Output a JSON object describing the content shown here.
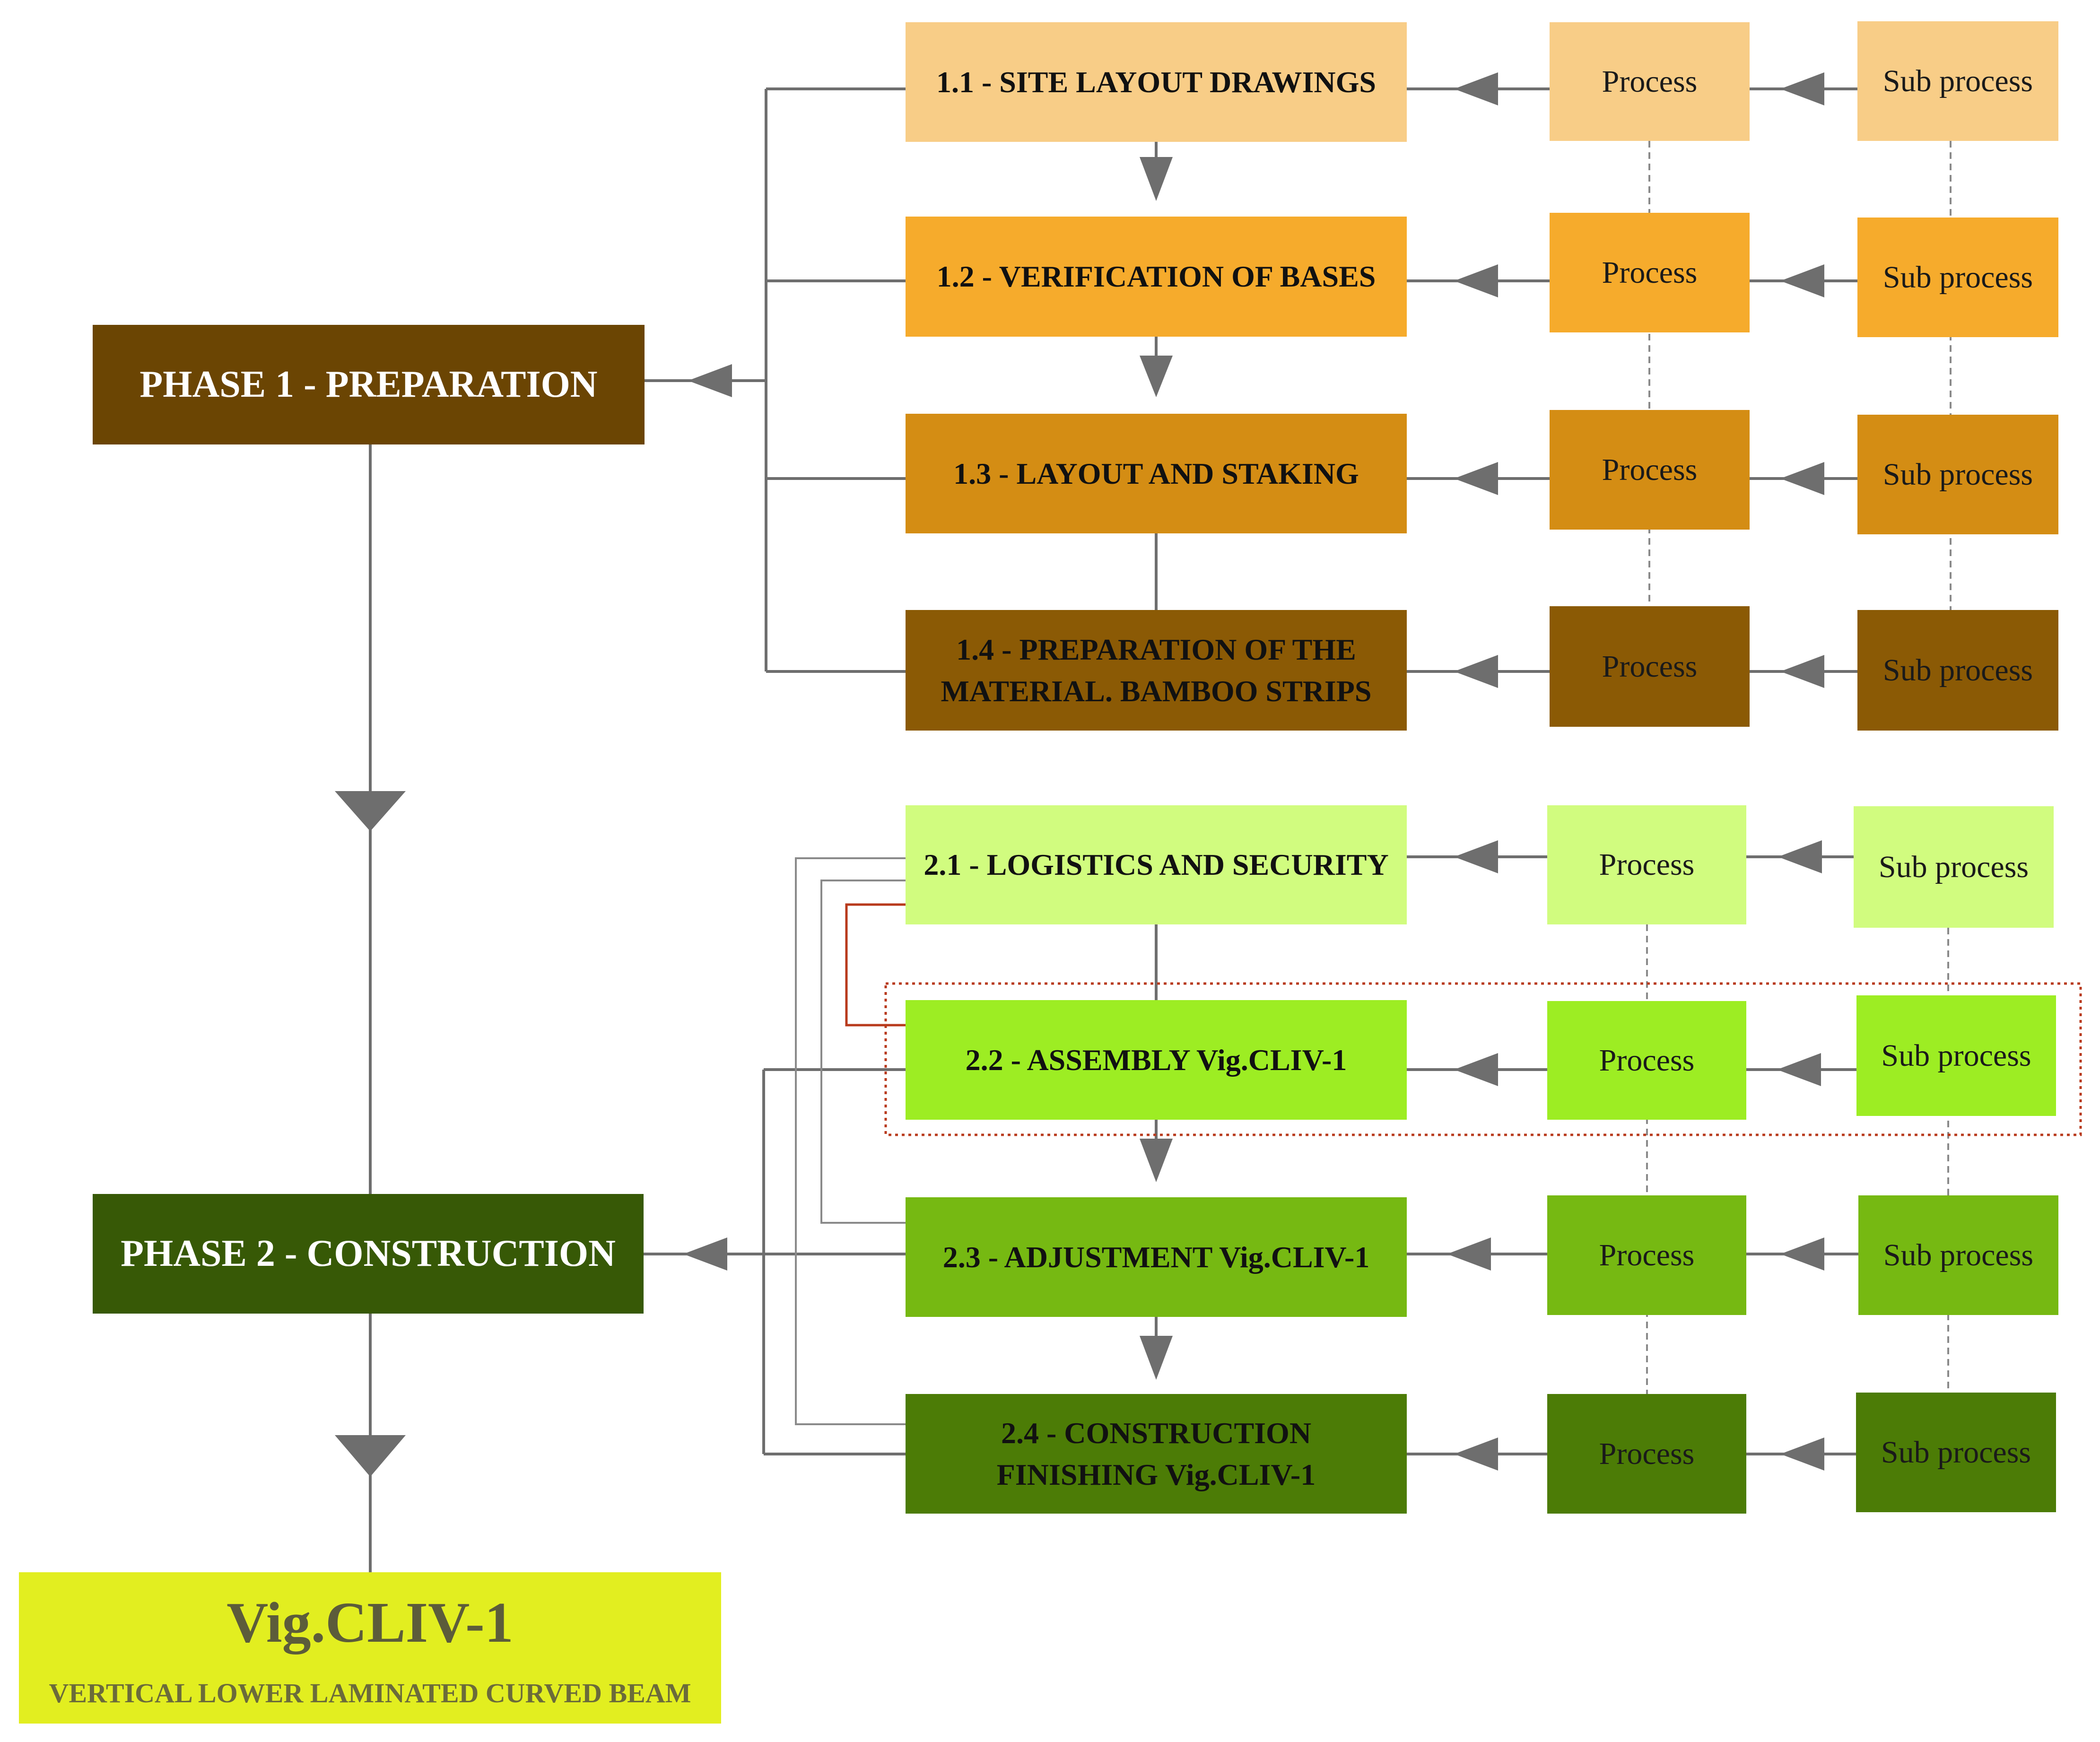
{
  "colors": {
    "phase1": "#6b4503",
    "phase2": "#375906",
    "final": "#e2ee20",
    "connector": "#6e6e6e",
    "highlight": "#b83a1c",
    "row_1_1": "#f8cd87",
    "row_1_2": "#f6ab2c",
    "row_1_3": "#d48d14",
    "row_1_4": "#8b5a05",
    "row_2_1": "#d1fc7f",
    "row_2_2": "#9ded23",
    "row_2_3": "#76b912",
    "row_2_4": "#4c7c06"
  },
  "phases": [
    {
      "label": "PHASE 1 - PREPARATION",
      "steps": [
        {
          "label": "1.1 - SITE LAYOUT DRAWINGS",
          "process": "Process",
          "subprocess": "Sub process"
        },
        {
          "label": "1.2 - VERIFICATION OF BASES",
          "process": "Process",
          "subprocess": "Sub process"
        },
        {
          "label": "1.3 - LAYOUT AND STAKING",
          "process": "Process",
          "subprocess": "Sub process"
        },
        {
          "label": "1.4 - PREPARATION OF THE\nMATERIAL. BAMBOO STRIPS",
          "process": "Process",
          "subprocess": "Sub process"
        }
      ]
    },
    {
      "label": "PHASE 2 - CONSTRUCTION",
      "steps": [
        {
          "label": "2.1 - LOGISTICS AND SECURITY",
          "process": "Process",
          "subprocess": "Sub process"
        },
        {
          "label": "2.2 - ASSEMBLY  Vig.CLIV-1",
          "process": "Process",
          "subprocess": "Sub process"
        },
        {
          "label": "2.3 - ADJUSTMENT Vig.CLIV-1",
          "process": "Process",
          "subprocess": "Sub process"
        },
        {
          "label": "2.4 - CONSTRUCTION\nFINISHING Vig.CLIV-1",
          "process": "Process",
          "subprocess": "Sub process"
        }
      ]
    }
  ],
  "final": {
    "title": "Vig.CLIV-1",
    "subtitle": "VERTICAL LOWER LAMINATED CURVED BEAM"
  }
}
